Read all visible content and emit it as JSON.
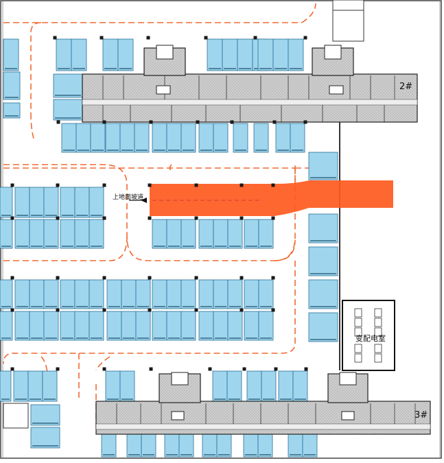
{
  "map": {
    "labels": {
      "ramp": "上地面坡道",
      "building_2": "2#",
      "building_3": "3#",
      "substation": "变配电室"
    },
    "colors": {
      "parking_fill": "#9fd6ee",
      "parking_stroke": "#2a6f96",
      "route_dashed": "#f06a32",
      "ramp_fill": "#ff5a1f",
      "building_fill": "#c8c8c8",
      "wall_color": "#1a1a1a"
    }
  }
}
